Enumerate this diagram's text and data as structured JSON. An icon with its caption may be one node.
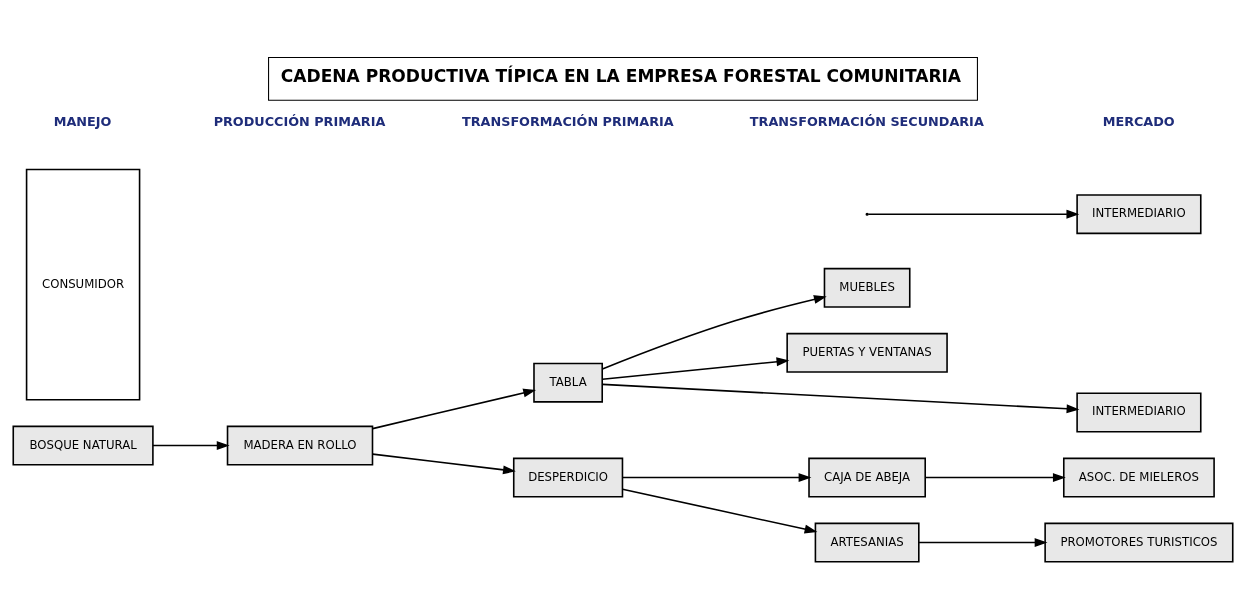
{
  "diagram": {
    "title": "CADENA PRODUCTIVA TÍPICA EN LA EMPRESA FORESTAL COMUNITARIA",
    "nodes": [
      {
        "text": [
          "BOSQUE NATURAL"
        ]
      },
      {
        "text": [
          "MADERA EN ROLLO"
        ]
      },
      {
        "text": [
          "TABLA"
        ]
      },
      {
        "text": [
          "DESPERDICIO"
        ]
      },
      {
        "text": [
          "MUEBLES"
        ]
      },
      {
        "text": [
          "PUERTAS Y VENTANAS"
        ]
      },
      {
        "text": [
          "CAJA DE ABEJA"
        ]
      },
      {
        "text": [
          "ARTESANIAS"
        ]
      },
      {
        "text": [
          "INTERMEDIARIO"
        ]
      },
      {
        "text": [
          "INTERMEDIARIO"
        ]
      },
      {
        "text": [
          "ASOC. DE MIELEROS"
        ]
      },
      {
        "text": [
          "PROMOTORES TURISTICOS"
        ]
      },
      {
        "text": [
          "CONSUMIDOR"
        ]
      }
    ],
    "edges": [
      {
        "from": 0,
        "to": 1,
        "arrow": "to"
      },
      {
        "from": 1,
        "to": 2,
        "arrow": "to"
      },
      {
        "from": 1,
        "to": 3,
        "arrow": "to"
      },
      {
        "from": 2,
        "to": 8,
        "arrow": "to"
      },
      {
        "from": 2,
        "to": 4,
        "arrow": "to"
      },
      {
        "from": 2,
        "to": 5,
        "arrow": "to"
      },
      {
        "from": null,
        "to": 9,
        "arrow": "to"
      },
      {
        "from": 3,
        "to": 6,
        "arrow": "to"
      },
      {
        "from": 3,
        "to": 7,
        "arrow": "to"
      },
      {
        "from": 6,
        "to": 10,
        "arrow": "to"
      },
      {
        "from": 7,
        "to": 11,
        "arrow": "to"
      }
    ],
    "labels": [
      "MANEJO",
      "PRODUCCIÓN PRIMARIA",
      "TRANSFORMACIÓN PRIMARIA",
      "TRANSFORMACIÓN SECUNDARIA",
      "MERCADO"
    ]
  }
}
